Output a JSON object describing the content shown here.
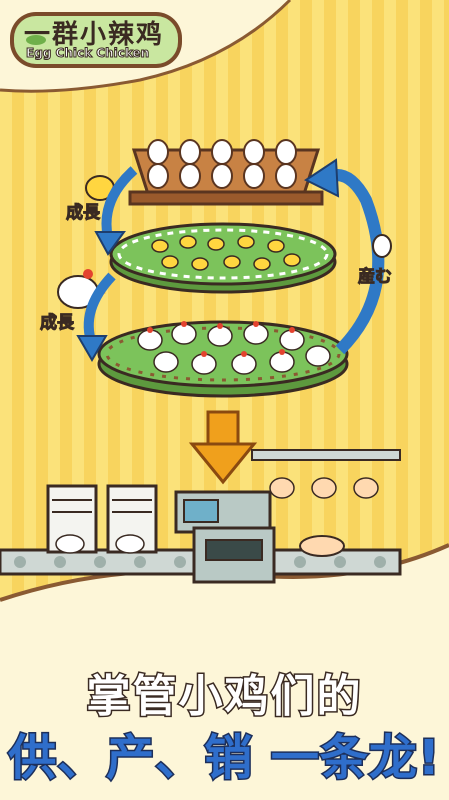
{
  "logo": {
    "title": "一群小辣鸡",
    "subtitle": "Egg Chick Chicken"
  },
  "labels": {
    "grow_top": "成長",
    "grow_mid": "成長",
    "lay_egg": "産む"
  },
  "caption": {
    "line1": "掌管小鸡们的",
    "line2": "供、产、销 一条龙!"
  },
  "colors": {
    "background": "#f8d45e",
    "bottom_panel": "#fdf6d8",
    "grass": "#7cc35b",
    "arrow_blue": "#2f79c6",
    "drop_arrow": "#f0a01c",
    "machine": "#b9c9c5"
  }
}
